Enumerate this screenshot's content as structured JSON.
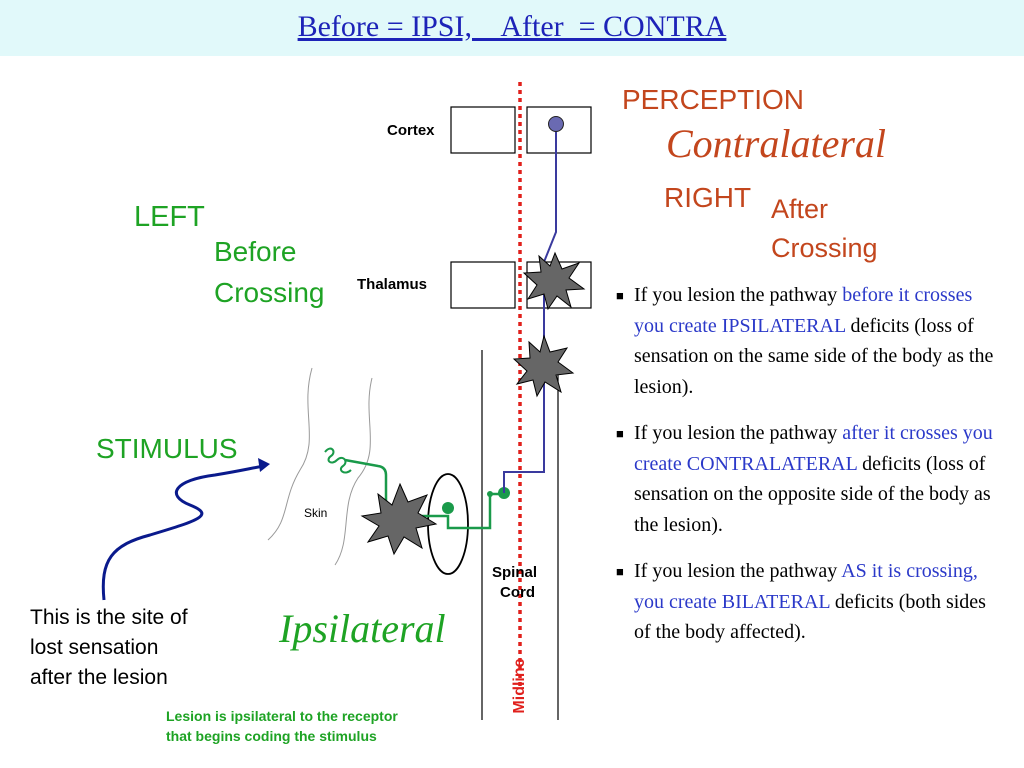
{
  "title": "Before = IPSI,    After  = CONTRA",
  "labels": {
    "cortex": "Cortex",
    "thalamus": "Thalamus",
    "perception": "PERCEPTION",
    "contralateral": "Contralateral",
    "right": "RIGHT",
    "after_crossing_1": "After",
    "after_crossing_2": "Crossing",
    "left": "LEFT",
    "before_crossing_1": "Before",
    "before_crossing_2": "Crossing",
    "stimulus": "STIMULUS",
    "skin": "Skin",
    "spinal_cord_1": "Spinal",
    "spinal_cord_2": "Cord",
    "midline": "Midline",
    "ipsilateral": "Ipsilateral",
    "site_note_1": "This is the site of",
    "site_note_2": "lost sensation",
    "site_note_3": "after the lesion",
    "footnote_1": "Lesion is ipsilateral to the receptor",
    "footnote_2": "that begins coding the stimulus"
  },
  "bullets": [
    {
      "pre": "If you lesion the pathway ",
      "highlight": "before it crosses you create IPSILATERAL",
      "post": " deficits (loss of sensation on the same side of the body as the lesion)."
    },
    {
      "pre": "If you lesion the pathway ",
      "highlight": "after it crosses you create CONTRALATERAL",
      "post": " deficits (loss of sensation on the opposite side of the body as the lesion)."
    },
    {
      "pre": "If you lesion the pathway ",
      "highlight": "AS it is crossing, you create BILATERAL",
      "post": " deficits (both sides of the body affected)."
    }
  ],
  "colors": {
    "title_band": "#e1f9fa",
    "title_text": "#1d23b8",
    "perception_text": "#c3461d",
    "left_text": "#1ea324",
    "neuron_green": "#1a9a4a",
    "neuron_blue": "#3a3a9e",
    "midline_red": "#e0201c",
    "lesion_gray": "#666666",
    "arrow_navy": "#0a1a8c",
    "bullet_highlight": "#2b39c9"
  }
}
